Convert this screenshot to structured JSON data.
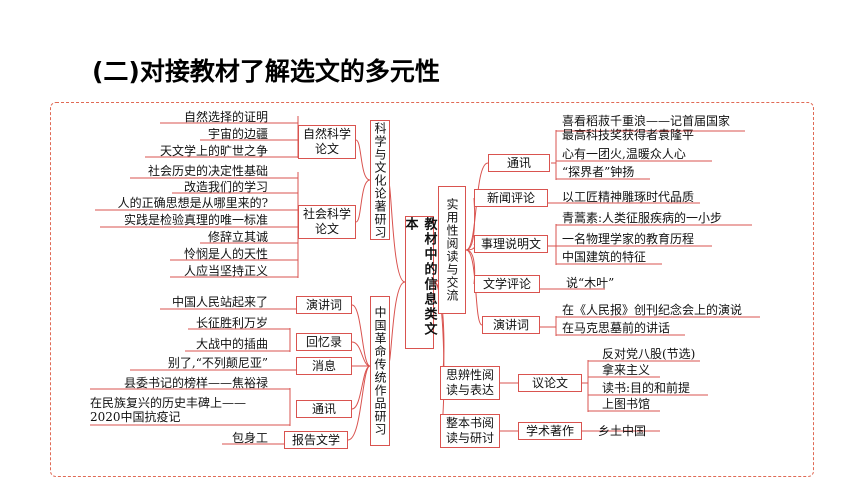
{
  "title": "(二)对接教材了解选文的多元性",
  "center": "教材中的信息类文本",
  "left": {
    "sci": {
      "label": "科学与文化论著研习",
      "groups": [
        {
          "label": "自然科学论文",
          "items": [
            "自然选择的证明",
            "宇宙的边疆",
            "天文学上的旷世之争"
          ]
        },
        {
          "label": "社会科学论文",
          "items": [
            "社会历史的决定性基础",
            "改造我们的学习",
            "人的正确思想是从哪里来的?",
            "实践是检验真理的唯一标准",
            "修辞立其诚",
            "怜悯是人的天性",
            "人应当坚持正义"
          ]
        }
      ]
    },
    "rev": {
      "label": "中国革命传统作品研习",
      "groups": [
        {
          "label": "演讲词",
          "items": [
            "中国人民站起来了"
          ]
        },
        {
          "label": "回忆录",
          "items": [
            "长征胜利万岁",
            "大战中的插曲"
          ]
        },
        {
          "label": "消息",
          "items": [
            "别了,“不列颠尼亚”"
          ]
        },
        {
          "label": "通讯",
          "items": [
            "县委书记的榜样——焦裕禄",
            "在民族复兴的历史丰碑上——\n2020中国抗疫记"
          ]
        },
        {
          "label": "报告文学",
          "items": [
            "包身工"
          ]
        }
      ]
    }
  },
  "right": {
    "prac": {
      "label": "实用性阅读与交流",
      "groups": [
        {
          "label": "通讯",
          "items": [
            "喜看稻菽千重浪——记首届国家\n最高科技奖获得者袁隆平",
            "心有一团火,温暖众人心",
            "“探界者”钟扬"
          ]
        },
        {
          "label": "新闻评论",
          "items": [
            "以工匠精神雕琢时代品质"
          ]
        },
        {
          "label": "事理说明文",
          "items": [
            "青蒿素:人类征服疾病的一小步",
            "一名物理学家的教育历程",
            "中国建筑的特征"
          ]
        },
        {
          "label": "文学评论",
          "items": [
            "说“木叶”"
          ]
        },
        {
          "label": "演讲词",
          "items": [
            "在《人民报》创刊纪念会上的演说",
            "在马克思墓前的讲话"
          ]
        }
      ]
    },
    "think": {
      "label": "思辨性阅读与表达",
      "groups": [
        {
          "label": "议论文",
          "items": [
            "反对党八股(节选)",
            "拿来主义",
            "读书:目的和前提",
            "上图书馆"
          ]
        }
      ]
    },
    "whole": {
      "label": "整本书阅读与研讨",
      "groups": [
        {
          "label": "学术著作",
          "items": [
            "乡土中国"
          ]
        }
      ]
    }
  }
}
